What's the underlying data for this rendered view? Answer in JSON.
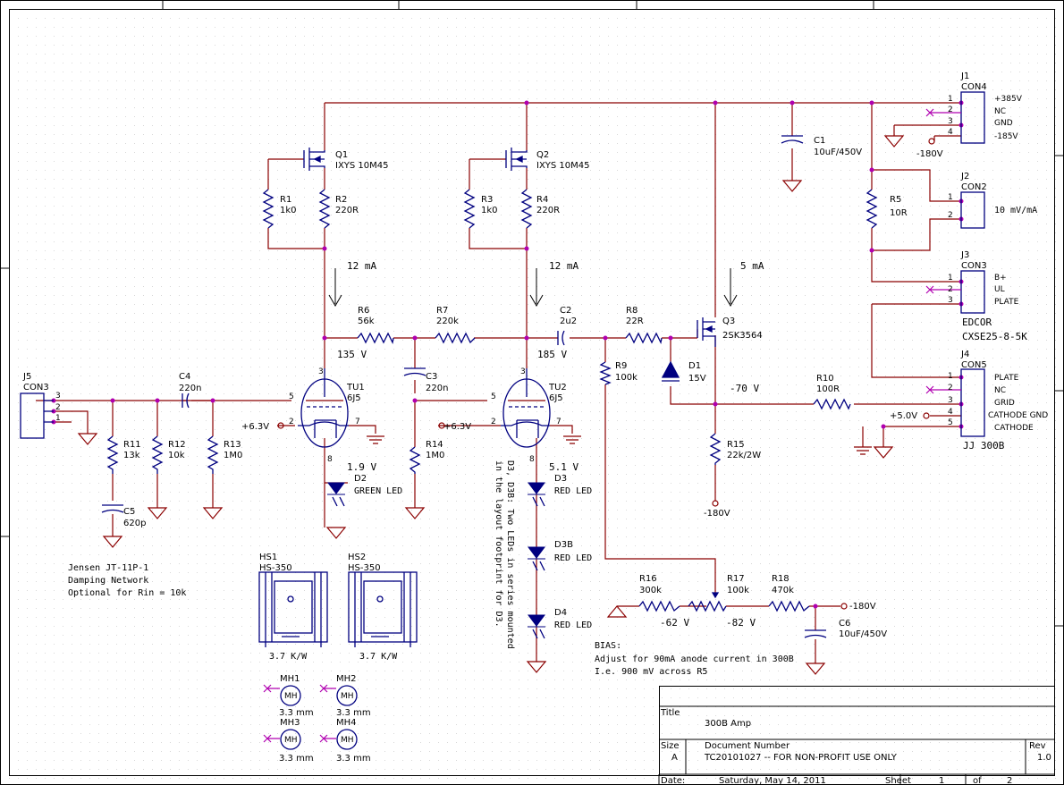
{
  "refs": {
    "Q1": {
      "ref": "Q1",
      "val": "IXYS 10M45"
    },
    "Q2": {
      "ref": "Q2",
      "val": "IXYS 10M45"
    },
    "Q3": {
      "ref": "Q3",
      "val": "2SK3564"
    },
    "R1": {
      "ref": "R1",
      "val": "1k0"
    },
    "R2": {
      "ref": "R2",
      "val": "220R"
    },
    "R3": {
      "ref": "R3",
      "val": "1k0"
    },
    "R4": {
      "ref": "R4",
      "val": "220R"
    },
    "R5": {
      "ref": "R5",
      "val": "10R"
    },
    "R6": {
      "ref": "R6",
      "val": "56k"
    },
    "R7": {
      "ref": "R7",
      "val": "220k"
    },
    "R8": {
      "ref": "R8",
      "val": "22R"
    },
    "R9": {
      "ref": "R9",
      "val": "100k"
    },
    "R10": {
      "ref": "R10",
      "val": "100R"
    },
    "R11": {
      "ref": "R11",
      "val": "13k"
    },
    "R12": {
      "ref": "R12",
      "val": "10k"
    },
    "R13": {
      "ref": "R13",
      "val": "1M0"
    },
    "R14": {
      "ref": "R14",
      "val": "1M0"
    },
    "R15": {
      "ref": "R15",
      "val": "22k/2W"
    },
    "R16": {
      "ref": "R16",
      "val": "300k"
    },
    "R17": {
      "ref": "R17",
      "val": "100k"
    },
    "R18": {
      "ref": "R18",
      "val": "470k"
    },
    "C1": {
      "ref": "C1",
      "val": "10uF/450V"
    },
    "C2": {
      "ref": "C2",
      "val": "2u2"
    },
    "C3": {
      "ref": "C3",
      "val": "220n"
    },
    "C4": {
      "ref": "C4",
      "val": "220n"
    },
    "C5": {
      "ref": "C5",
      "val": "620p"
    },
    "C6": {
      "ref": "C6",
      "val": "10uF/450V"
    },
    "D1": {
      "ref": "D1",
      "val": "15V"
    },
    "D2": {
      "ref": "D2",
      "val": "GREEN LED"
    },
    "D3": {
      "ref": "D3",
      "val": "RED LED"
    },
    "D3B": {
      "ref": "D3B",
      "val": "RED LED"
    },
    "D4": {
      "ref": "D4",
      "val": "RED LED"
    },
    "TU1": {
      "ref": "TU1",
      "val": "6J5"
    },
    "TU2": {
      "ref": "TU2",
      "val": "6J5"
    },
    "HS1": {
      "ref": "HS1",
      "val": "HS-350",
      "note": "3.7 K/W"
    },
    "HS2": {
      "ref": "HS2",
      "val": "HS-350",
      "note": "3.7 K/W"
    },
    "MH1": {
      "ref": "MH1",
      "val": "3.3 mm"
    },
    "MH2": {
      "ref": "MH2",
      "val": "3.3 mm"
    },
    "MH3": {
      "ref": "MH3",
      "val": "3.3 mm"
    },
    "MH4": {
      "ref": "MH4",
      "val": "3.3 mm"
    },
    "mh": "MH"
  },
  "connectors": {
    "J1": {
      "ref": "J1",
      "type": "CON4",
      "labels": [
        "+385V",
        "NC",
        "GND",
        "-185V"
      ]
    },
    "J2": {
      "ref": "J2",
      "type": "CON2",
      "label": "10 mV/mA"
    },
    "J3": {
      "ref": "J3",
      "type": "CON3",
      "labels": [
        "B+",
        "UL",
        "PLATE"
      ],
      "part1": "EDCOR",
      "part2": "CXSE25-8-5K"
    },
    "J4": {
      "ref": "J4",
      "type": "CON5",
      "labels": [
        "PLATE",
        "NC",
        "GRID",
        "CATHODE GND",
        "CATHODE"
      ],
      "part": "JJ 300B"
    },
    "J5": {
      "ref": "J5",
      "type": "CON3"
    }
  },
  "pins": {
    "p1": "1",
    "p2": "2",
    "p3": "3",
    "p4": "4",
    "p5": "5",
    "p7": "7",
    "p8": "8"
  },
  "rails": {
    "h63": "+6.3V",
    "m180": "-180V",
    "p5": "+5.0V"
  },
  "annotations": {
    "i1": "12 mA",
    "i2": "12 mA",
    "i3": "5 mA",
    "v135": "135 V",
    "v185": "185 V",
    "v70": "-70 V",
    "v19": "1.9 V",
    "v51": "5.1 V",
    "v62": "-62 V",
    "v82": "-82 V",
    "jensen1": "Jensen JT-11P-1",
    "jensen2": "Damping Network",
    "jensen3": "Optional for Rin = 10k",
    "bias1": "BIAS:",
    "bias2": "Adjust for 90mA anode current in 300B",
    "bias3": "I.e. 900 mV across R5",
    "note_led1": "D3, D3B: Two LEDs in series mounted",
    "note_led2": "in the layout footprint for D3."
  },
  "titleblock": {
    "title_label": "Title",
    "title": "300B Amp",
    "size_label": "Size",
    "size": "A",
    "doc_label": "Document Number",
    "doc": "TC20101027 -- FOR NON-PROFIT USE ONLY",
    "rev_label": "Rev",
    "rev": "1.0",
    "date_label": "Date:",
    "date": "Saturday, May 14, 2011",
    "sheet_label": "Sheet",
    "sheet": "1",
    "of_label": "of",
    "of": "2"
  }
}
